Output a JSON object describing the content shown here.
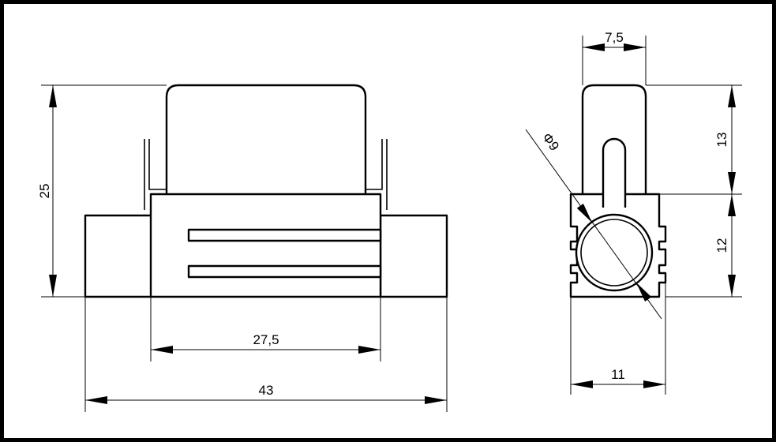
{
  "drawing": {
    "dimensions": {
      "front_total_width": "43",
      "front_body_width": "27,5",
      "front_height": "25",
      "side_top_width": "7,5",
      "side_bottom_width": "11",
      "side_upper_height": "13",
      "side_lower_height": "12",
      "side_diameter": "Φ9"
    }
  }
}
